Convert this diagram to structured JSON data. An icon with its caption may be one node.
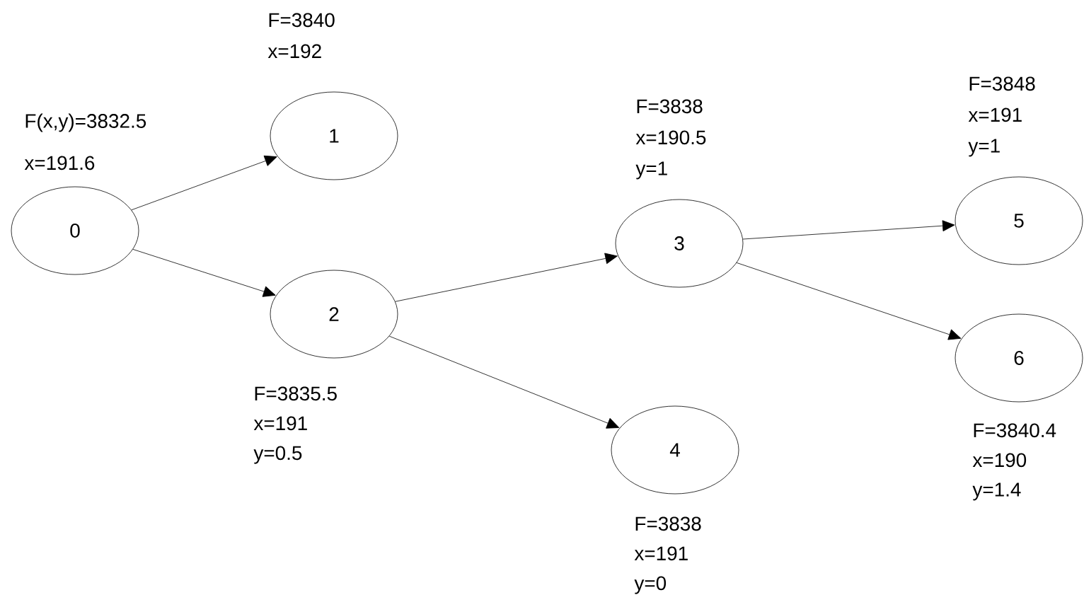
{
  "diagram": {
    "nodes": [
      {
        "text": [
          "0"
        ],
        "beside": [
          "F(x,y)=3832.5",
          "x=191.6"
        ]
      },
      {
        "text": [
          "1"
        ],
        "beside": [
          "F=3840",
          "x=192"
        ]
      },
      {
        "text": [
          "2"
        ],
        "beside": [
          "F=3835.5",
          "x=191",
          "y=0.5"
        ]
      },
      {
        "text": [
          "3"
        ],
        "beside": [
          "F=3838",
          "x=190.5",
          "y=1"
        ]
      },
      {
        "text": [
          "4"
        ],
        "beside": [
          "F=3838",
          "x=191",
          "y=0"
        ]
      },
      {
        "text": [
          "5"
        ],
        "beside": [
          "F=3848",
          "x=191",
          "y=1"
        ]
      },
      {
        "text": [
          "6"
        ],
        "beside": [
          "F=3840.4",
          "x=190",
          "y=1.4"
        ]
      }
    ],
    "edges": [
      {
        "from": 0,
        "to": 1,
        "arrow": "to"
      },
      {
        "from": 0,
        "to": 2,
        "arrow": "to"
      },
      {
        "from": 2,
        "to": 3,
        "arrow": "to"
      },
      {
        "from": 2,
        "to": 4,
        "arrow": "to"
      },
      {
        "from": 3,
        "to": 5,
        "arrow": "to"
      },
      {
        "from": 3,
        "to": 6,
        "arrow": "to"
      }
    ]
  }
}
